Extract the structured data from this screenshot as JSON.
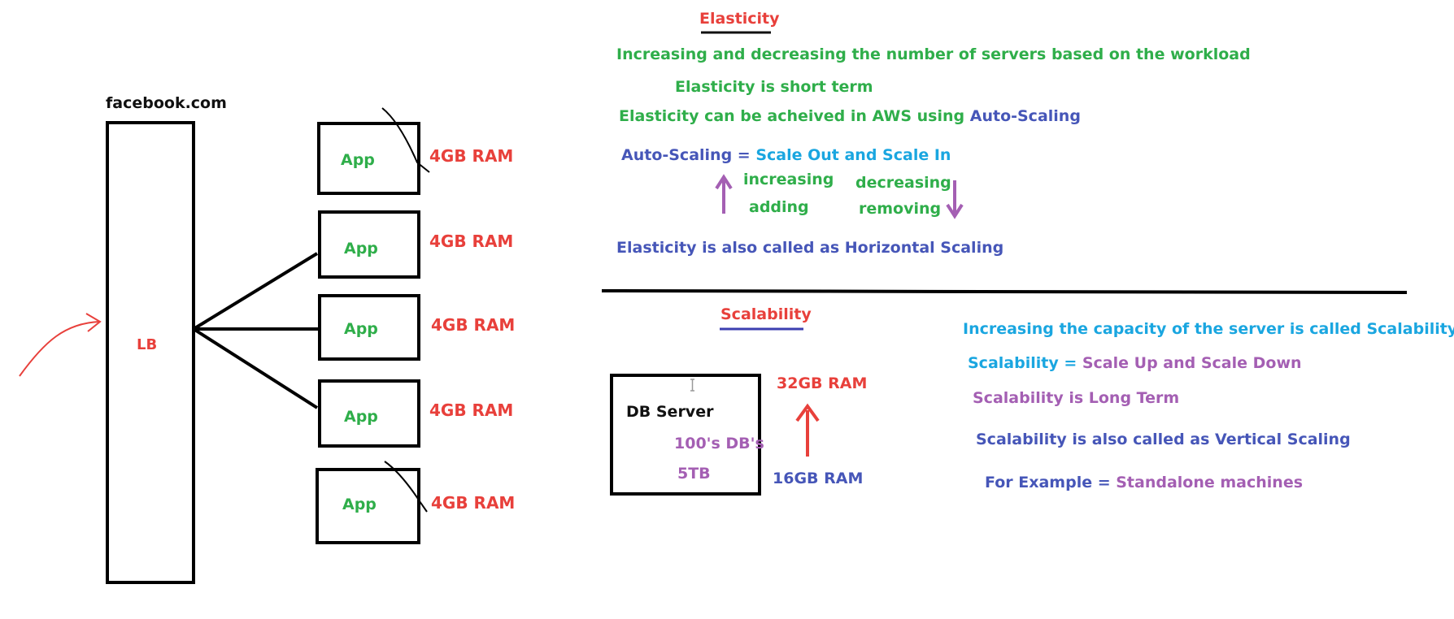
{
  "left": {
    "site_label": "facebook.com",
    "lb_label": "LB",
    "apps": [
      {
        "label": "App",
        "ram": "4GB RAM"
      },
      {
        "label": "App",
        "ram": "4GB RAM"
      },
      {
        "label": "App",
        "ram": "4GB RAM"
      },
      {
        "label": "App",
        "ram": "4GB RAM"
      },
      {
        "label": "App",
        "ram": "4GB RAM"
      }
    ]
  },
  "elasticity": {
    "title": "Elasticity",
    "line1": "Increasing and decreasing the number of servers based on the workload",
    "line2": "Elasticity is short term",
    "line3_prefix": "Elasticity can be acheived in AWS using ",
    "line3_highlight": "Auto-Scaling",
    "autoscaling_prefix": "Auto-Scaling = ",
    "autoscaling_value": "Scale Out and Scale In",
    "out_word1": "increasing",
    "out_word2": "adding",
    "in_word1": "decreasing",
    "in_word2": "removing",
    "horizontal_line": "Elasticity is also called as Horizontal Scaling"
  },
  "scalability": {
    "title": "Scalability",
    "db_title": "DB Server",
    "db_line1": "100's DB's",
    "db_line2": "5TB",
    "ram_top": "32GB RAM",
    "ram_bottom": "16GB RAM",
    "line1": "Increasing the capacity of the server is called Scalability",
    "line2_prefix": "Scalability = ",
    "line2_value": "Scale Up and Scale Down",
    "line3": "Scalability is Long Term",
    "line4": "Scalability is also called as Vertical Scaling",
    "line5_prefix": "For Example = ",
    "line5_value": "Standalone machines"
  },
  "colors": {
    "red": "#e8403b",
    "green": "#2fae4a",
    "navy": "#4656b8",
    "cyan": "#1aa6e0",
    "purple": "#a45fb3",
    "black": "#111111"
  }
}
